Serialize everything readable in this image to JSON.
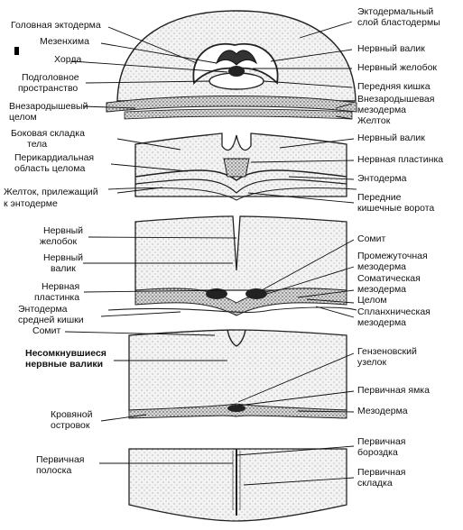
{
  "labels_left": {
    "head_ectoderm": "Головная эктодерма",
    "mesenchyme": "Мезенхима",
    "chord": "Хорда",
    "subhead_space_1": "Подголовное",
    "subhead_space_2": "пространство",
    "extra_coelom_1": "Внезародышевый",
    "extra_coelom_2": "целом",
    "lateral_fold_1": "Боковая складка",
    "lateral_fold_2": "тела",
    "pericardial_1": "Перикардиальная",
    "pericardial_2": "область целома",
    "yolk_endo_1": "Желток, прилежащий",
    "yolk_endo_2": "к энтодерме",
    "neural_groove_1": "Нервный",
    "neural_groove_2": "желобок",
    "neural_fold_1": "Нервный",
    "neural_fold_2": "валик",
    "neural_plate_1": "Нервная",
    "neural_plate_2": "пластинка",
    "midgut_endo_1": "Энтодерма",
    "midgut_endo_2": "средней кишки",
    "somite": "Сомит",
    "unclosed_1": "Несомкнувшиеся",
    "unclosed_2": "нервные валики",
    "blood_island_1": "Кровяной",
    "blood_island_2": "островок",
    "primitive_streak_1": "Первичная",
    "primitive_streak_2": "полоска"
  },
  "labels_right": {
    "ecto_blasto_1": "Эктодермальный",
    "ecto_blasto_2": "слой бластодермы",
    "neural_fold": "Нервный валик",
    "neural_groove": "Нервный желобок",
    "foregut": "Передняя кишка",
    "extra_meso_1": "Внезародышевая",
    "extra_meso_2": "мезодерма",
    "yolk": "Желток",
    "neural_fold_b": "Нервный валик",
    "neural_plate": "Нервная пластинка",
    "endoderm": "Энтодерма",
    "ant_gut_portal_1": "Передние",
    "ant_gut_portal_2": "кишечные ворота",
    "somite": "Сомит",
    "intermediate_1": "Промежуточная",
    "intermediate_2": "мезодерма",
    "somatic_1": "Соматическая",
    "somatic_2": "мезодерма",
    "coelom": "Целом",
    "splanchnic_1": "Спланхническая",
    "splanchnic_2": "мезодерма",
    "hensen_1": "Гензеновский",
    "hensen_2": "узелок",
    "primitive_pit": "Первичная ямка",
    "mesoderm": "Мезодерма",
    "primitive_groove_1": "Первичная",
    "primitive_groove_2": "бороздка",
    "primitive_fold_1": "Первичная",
    "primitive_fold_2": "складка"
  }
}
